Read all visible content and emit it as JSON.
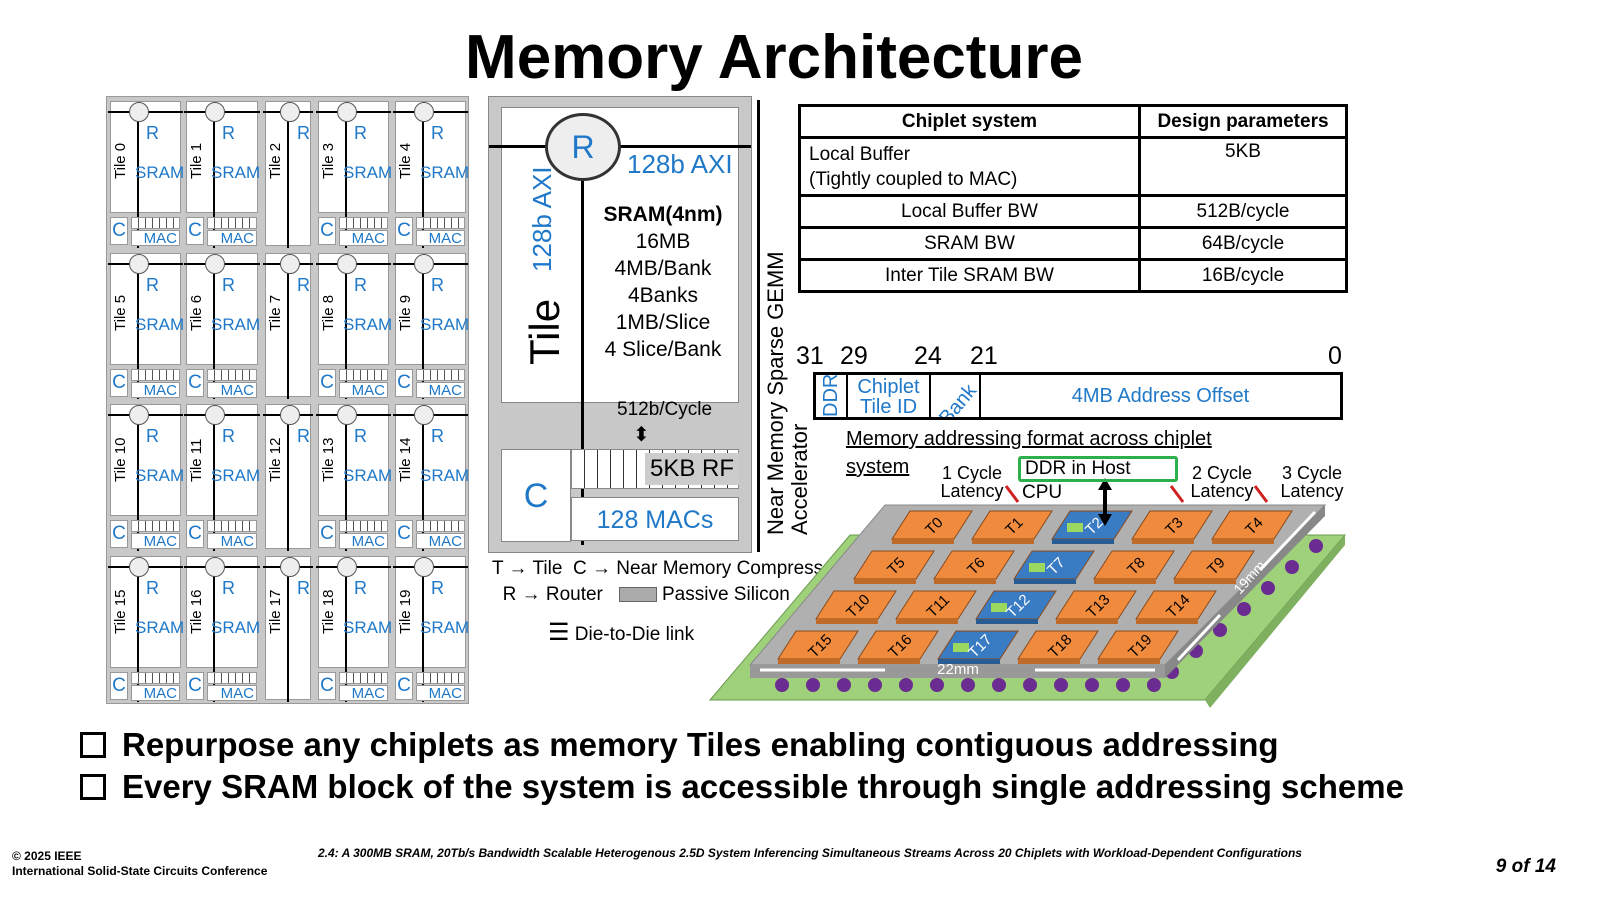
{
  "title": "Memory Architecture",
  "tile_grid": {
    "tiles": [
      "Tile 0",
      "Tile 1",
      "Tile 2",
      "Tile 3",
      "Tile 4",
      "Tile 5",
      "Tile 6",
      "Tile 7",
      "Tile 8",
      "Tile 9",
      "Tile 10",
      "Tile 11",
      "Tile 12",
      "Tile 13",
      "Tile 14",
      "Tile 15",
      "Tile 16",
      "Tile 17",
      "Tile 18",
      "Tile 19"
    ],
    "router": "R",
    "sram": "SRAM",
    "compress": "C",
    "mac": "MAC"
  },
  "tile_detail": {
    "axi_h": "128b AXI",
    "axi_v": "128b AXI",
    "tile": "Tile",
    "router": "R",
    "sram_title": "SRAM(4nm)",
    "sram_lines": [
      "16MB",
      "4MB/Bank",
      "4Banks",
      "1MB/Slice",
      "4 Slice/Bank"
    ],
    "bw": "512b/Cycle",
    "rf": "5KB RF",
    "c": "C",
    "macs": "128 MACs",
    "side_label_1": "Near Memory Sparse GEMM",
    "side_label_2": "Accelerator"
  },
  "legend": {
    "tile": "T → Tile",
    "compress": "C → Near Memory Compress",
    "router": "R → Router",
    "passive": "Passive Silicon",
    "d2d": "Die-to-Die link"
  },
  "table": {
    "headers": [
      "Chiplet system",
      "Design parameters"
    ],
    "rows": [
      [
        "Local Buffer\n(Tightly coupled to MAC)",
        "5KB"
      ],
      [
        "Local Buffer BW",
        "512B/cycle"
      ],
      [
        "SRAM BW",
        "64B/cycle"
      ],
      [
        "Inter Tile SRAM BW",
        "16B/cycle"
      ]
    ]
  },
  "address": {
    "bits": [
      "31",
      "29",
      "24",
      "21",
      "0"
    ],
    "fields": [
      "DDR",
      "Chiplet Tile ID",
      "Bank",
      "4MB Address Offset"
    ],
    "caption": "Memory addressing format across chiplet system"
  },
  "package": {
    "ddr": "DDR in Host",
    "cpu": "CPU",
    "lat1": "1 Cycle Latency",
    "lat2": "2 Cycle Latency",
    "lat3": "3 Cycle Latency",
    "chips": [
      "T0",
      "T1",
      "T2",
      "T3",
      "T4",
      "T5",
      "T6",
      "T7",
      "T8",
      "T9",
      "T10",
      "T11",
      "T12",
      "T13",
      "T14",
      "T15",
      "T16",
      "T17",
      "T18",
      "T19"
    ],
    "width": "22mm",
    "depth": "19mm",
    "colors": {
      "tile": "#f08a3c",
      "passive": "#3a7cc4",
      "board": "#b0b0b0",
      "substrate": "#9fd07a",
      "bump": "#6a2c91"
    }
  },
  "bullets": [
    "Repurpose any chiplets as memory Tiles enabling contiguous addressing",
    "Every SRAM block of the system is accessible through single addressing scheme"
  ],
  "footer": {
    "copyright": "© 2025 IEEE",
    "conference": "International Solid-State Circuits Conference",
    "paper": "2.4: A 300MB SRAM, 20Tb/s Bandwidth Scalable Heterogenous 2.5D System Inferencing Simultaneous Streams Across 20 Chiplets  with Workload-Dependent Configurations",
    "page": "9 of 14"
  }
}
